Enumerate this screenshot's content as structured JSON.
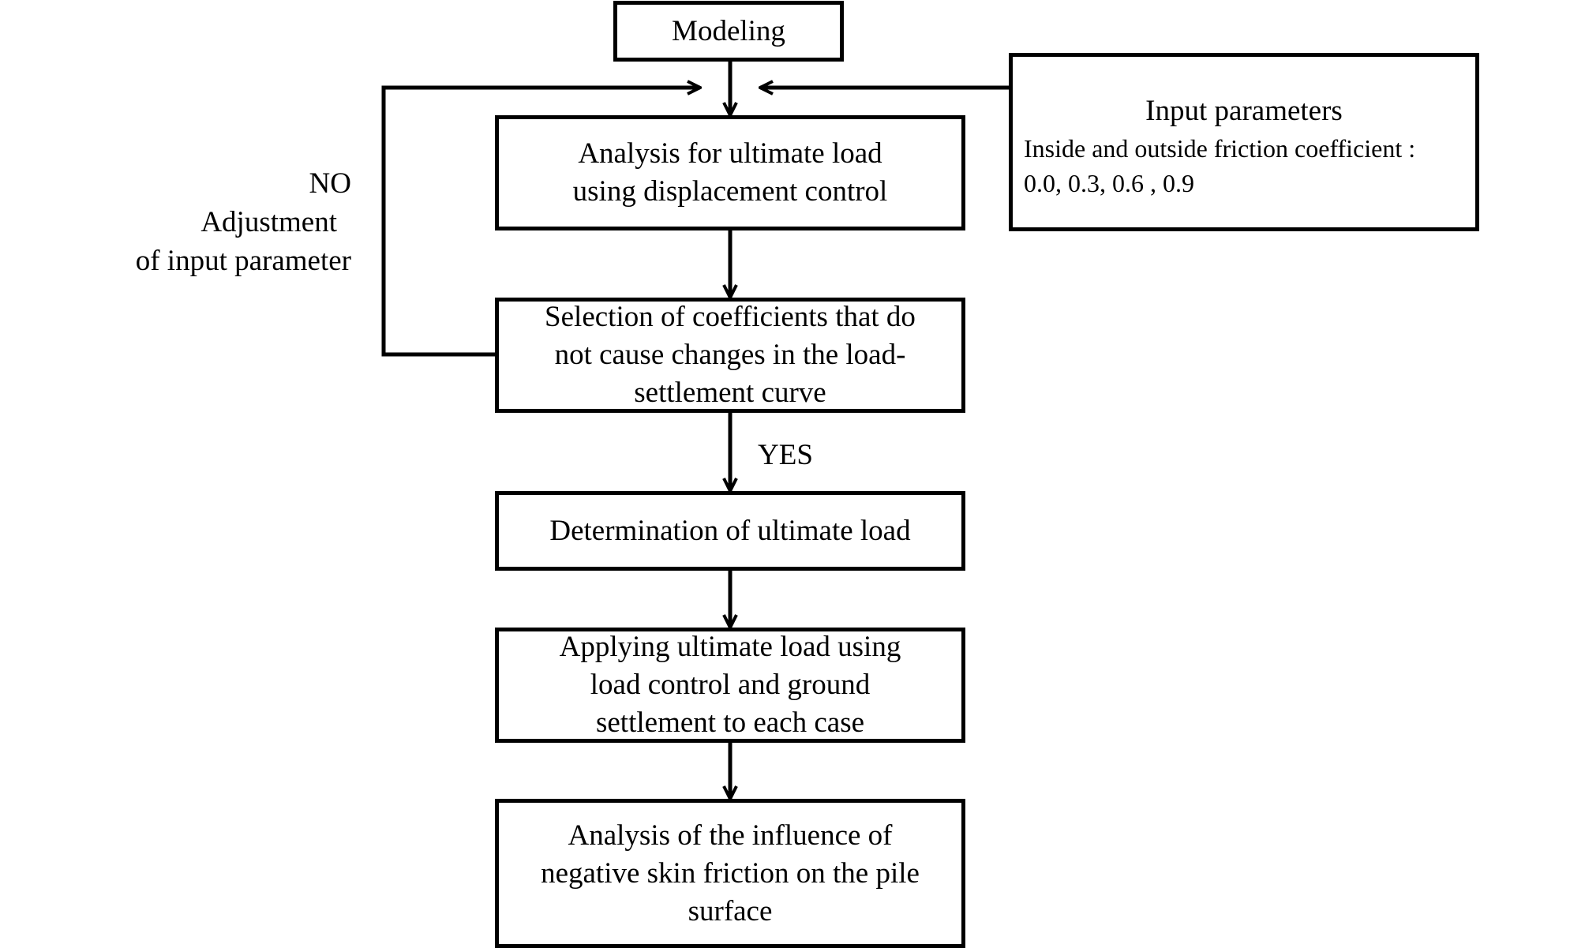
{
  "steps": [
    {
      "id": "modeling",
      "lines": [
        "Modeling"
      ]
    },
    {
      "id": "analysis-ultimate-load",
      "lines": [
        "Analysis  for ultimate load",
        "using displacement  control"
      ]
    },
    {
      "id": "selection-coefficients",
      "lines": [
        "Selection of coefficients that do",
        "not cause changes  in the load-",
        "settlement curve"
      ]
    },
    {
      "id": "determination-ultimate-load",
      "lines": [
        "Determination  of ultimate load"
      ]
    },
    {
      "id": "applying-ultimate-load",
      "lines": [
        "Applying  ultimate load using",
        "load control and ground",
        "settlement to each case"
      ]
    },
    {
      "id": "analysis-negative-skin-friction",
      "lines": [
        "Analysis  of the influence of",
        "negative skin friction on the pile",
        "surface"
      ]
    }
  ],
  "input_box": {
    "heading": "Input parameters",
    "detail_lines": [
      "Inside and outside friction coefficient :",
      "0.0, 0.3, 0.6 , 0.9"
    ]
  },
  "loop_label": {
    "lines": [
      "NO",
      "Adjustment",
      "of input parameter"
    ]
  },
  "yes_label": "YES",
  "colors": {
    "stroke": "#000000",
    "background": "#ffffff"
  }
}
